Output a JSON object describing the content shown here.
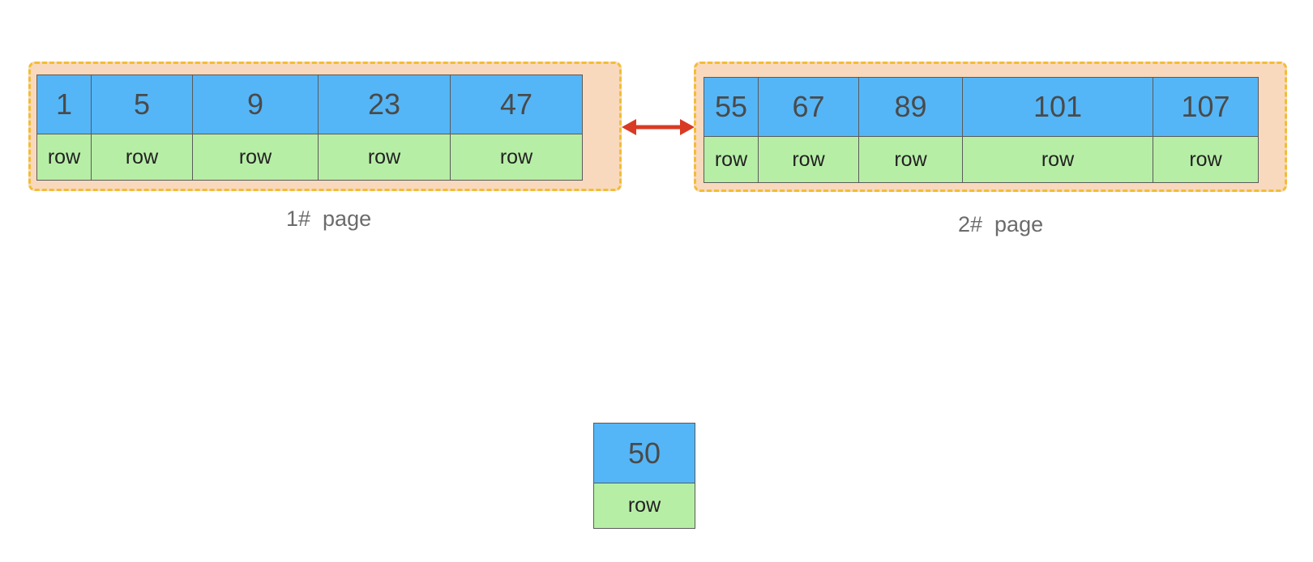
{
  "colors": {
    "key_fill": "#54b6f7",
    "row_fill": "#b7eea6",
    "page_fill": "#f9d9bd",
    "page_border": "#f2bd35",
    "arrow": "#d93a23"
  },
  "pages": [
    {
      "label": "1#  page",
      "records": [
        {
          "key": "1",
          "row": "row"
        },
        {
          "key": "5",
          "row": "row"
        },
        {
          "key": "9",
          "row": "row"
        },
        {
          "key": "23",
          "row": "row"
        },
        {
          "key": "47",
          "row": "row"
        }
      ]
    },
    {
      "label": "2#  page",
      "records": [
        {
          "key": "55",
          "row": "row"
        },
        {
          "key": "67",
          "row": "row"
        },
        {
          "key": "89",
          "row": "row"
        },
        {
          "key": "101",
          "row": "row"
        },
        {
          "key": "107",
          "row": "row"
        }
      ]
    }
  ],
  "new_record": {
    "key": "50",
    "row": "row"
  }
}
